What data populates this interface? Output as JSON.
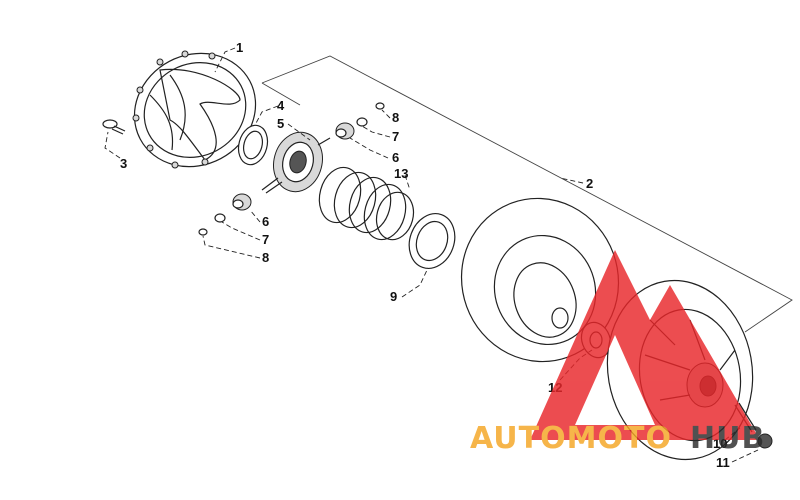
{
  "callouts": {
    "c1": "1",
    "c2": "2",
    "c3": "3",
    "c4": "4",
    "c5": "5",
    "c6a": "6",
    "c7a": "7",
    "c8a": "8",
    "c6b": "6",
    "c7b": "7",
    "c8b": "8",
    "c9": "9",
    "c10": "10",
    "c11": "11",
    "c12": "12",
    "c13": "13"
  },
  "watermark": {
    "word_a": "AUTOMOTO",
    "word_b": "HUB",
    "colors": {
      "red": "#e8262a",
      "orange": "#f5a623",
      "dark": "#2b2b2b"
    }
  }
}
